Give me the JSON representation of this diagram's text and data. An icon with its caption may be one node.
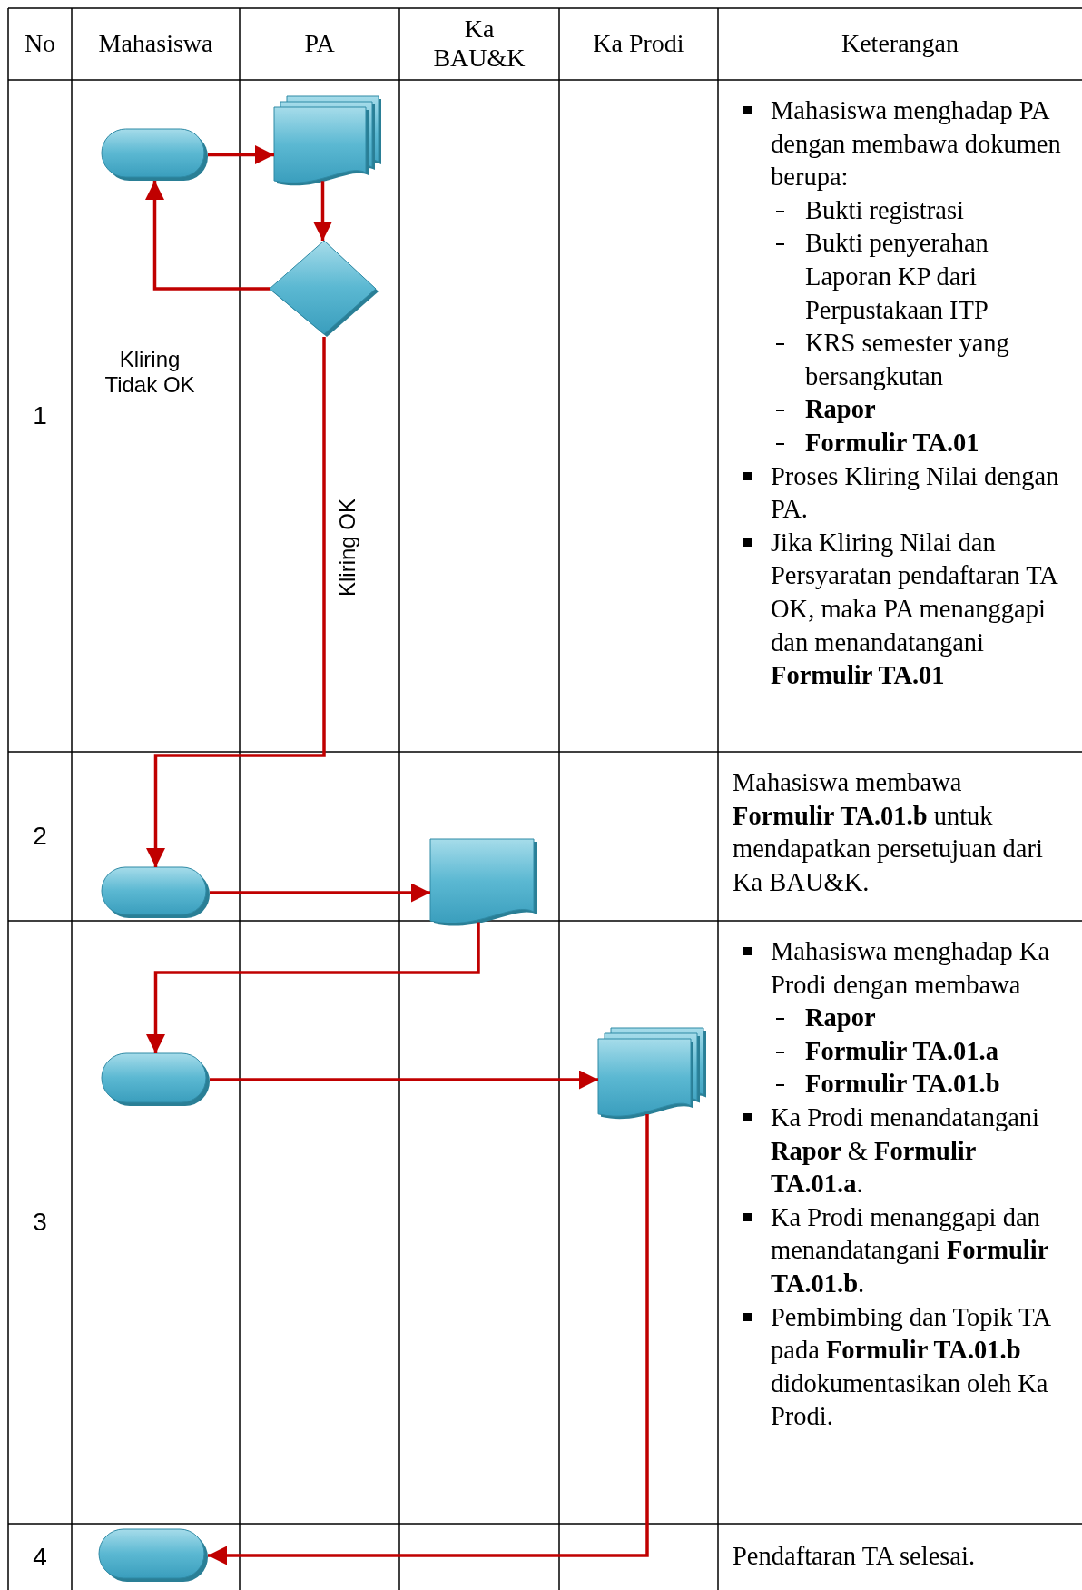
{
  "diagram": {
    "nodes": [
      {
        "text": [],
        "shape": "pill"
      },
      {
        "text": [],
        "shape": "documents"
      },
      {
        "text": [],
        "shape": "diamond"
      },
      {
        "text": [],
        "shape": "pill"
      },
      {
        "text": [],
        "shape": "document"
      },
      {
        "text": [],
        "shape": "pill"
      },
      {
        "text": [],
        "shape": "documents"
      },
      {
        "text": [],
        "shape": "pill"
      }
    ],
    "edges": [
      {
        "from": 0,
        "to": 1,
        "arrow": "to"
      },
      {
        "from": 1,
        "to": 2,
        "arrow": "to"
      },
      {
        "from": 2,
        "to": 0,
        "arrow": "to",
        "label": "Kliring Tidak OK"
      },
      {
        "from": 2,
        "to": 3,
        "arrow": "to",
        "label": "Kliring OK"
      },
      {
        "from": 3,
        "to": 4,
        "arrow": "to"
      },
      {
        "from": 4,
        "to": 5,
        "arrow": "to"
      },
      {
        "from": 5,
        "to": 6,
        "arrow": "to"
      },
      {
        "from": 6,
        "to": 7,
        "arrow": "to"
      }
    ],
    "labels": [
      "No",
      "Mahasiswa",
      "PA",
      "Ka BAU&K",
      "Ka Prodi",
      "Keterangan",
      "1",
      "Mahasiswa menghadap PA dengan membawa dokumen berupa:",
      "Bukti registrasi",
      "Bukti penyerahan Laporan KP dari Perpustakaan ITP",
      "KRS semester yang bersangkutan",
      "Rapor",
      "Formulir TA.01",
      "Proses Kliring Nilai dengan PA.",
      "Jika Kliring Nilai dan Persyaratan pendaftaran TA OK, maka PA menanggapi dan menandatangani **Formulir TA.01**",
      "2",
      "Mahasiswa membawa **Formulir TA.01.b** untuk mendapatkan persetujuan dari Ka BAU&K.",
      "3",
      "Mahasiswa menghadap Ka Prodi dengan membawa",
      "Rapor",
      "Formulir TA.01.a",
      "Formulir TA.01.b",
      "Ka Prodi menandatangani **Rapor** & **Formulir TA.01.a**.",
      "Ka Prodi menanggapi dan menandatangani **Formulir TA.01.b**.",
      "Pembimbing dan Topik TA pada **Formulir TA.01.b** didokumentasikan oleh Ka Prodi.",
      "4",
      "Pendaftaran TA selesai."
    ]
  }
}
